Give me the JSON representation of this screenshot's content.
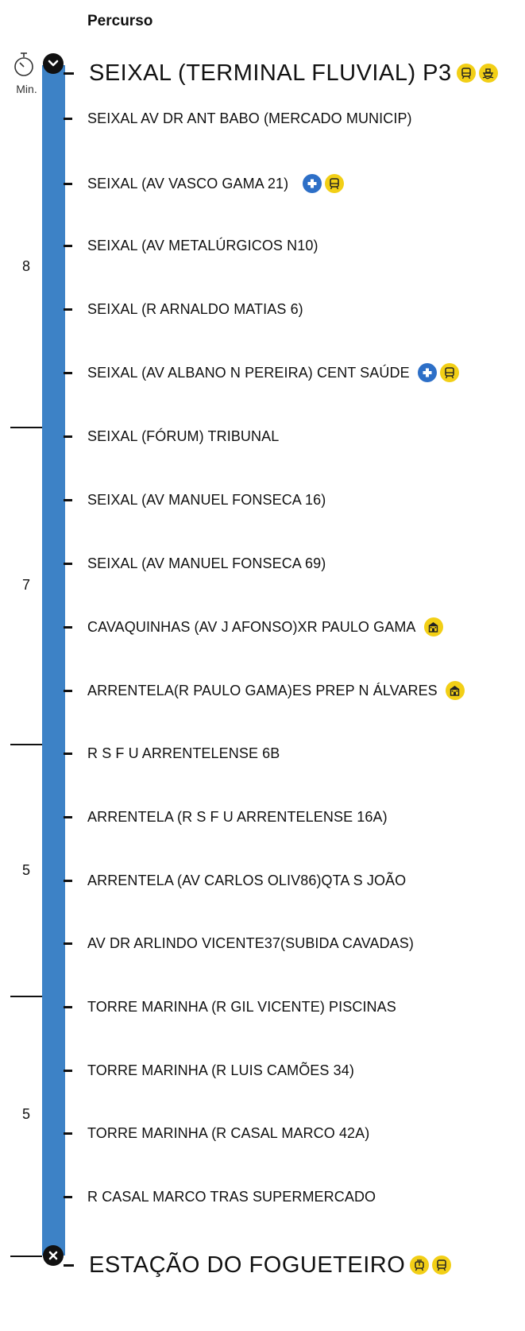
{
  "header": {
    "title": "Percurso"
  },
  "timer": {
    "label": "Min.",
    "icon": "stopwatch-icon"
  },
  "colors": {
    "route": "#3d82c6",
    "service_icon": "#f2cf16",
    "health_icon": "#2d6fc7"
  },
  "segments": [
    {
      "minutes": "8"
    },
    {
      "minutes": "7"
    },
    {
      "minutes": "5"
    },
    {
      "minutes": "5"
    }
  ],
  "stops": [
    {
      "name": "SEIXAL (TERMINAL FLUVIAL) P3",
      "icons": [
        "train-icon",
        "ferry-icon"
      ]
    },
    {
      "name": "SEIXAL AV DR ANT BABO (MERCADO MUNICIP)",
      "icons": []
    },
    {
      "name": "SEIXAL (AV VASCO GAMA 21)",
      "icons": [
        "health-icon",
        "train-icon"
      ]
    },
    {
      "name": "SEIXAL (AV METALÚRGICOS N10)",
      "icons": []
    },
    {
      "name": "SEIXAL (R ARNALDO MATIAS 6)",
      "icons": []
    },
    {
      "name": "SEIXAL (AV ALBANO N PEREIRA) CENT SAÚDE",
      "icons": [
        "health-icon",
        "train-icon"
      ]
    },
    {
      "name": "SEIXAL (FÓRUM) TRIBUNAL",
      "icons": []
    },
    {
      "name": "SEIXAL (AV MANUEL FONSECA 16)",
      "icons": []
    },
    {
      "name": "SEIXAL (AV MANUEL FONSECA 69)",
      "icons": []
    },
    {
      "name": "CAVAQUINHAS (AV J AFONSO)XR PAULO GAMA",
      "icons": [
        "school-icon"
      ]
    },
    {
      "name": "ARRENTELA(R PAULO GAMA)ES PREP N ÁLVARES",
      "icons": [
        "school-icon"
      ]
    },
    {
      "name": "R S F U ARRENTELENSE 6B",
      "icons": []
    },
    {
      "name": "ARRENTELA (R S F U ARRENTELENSE 16A)",
      "icons": []
    },
    {
      "name": "ARRENTELA (AV CARLOS OLIV86)QTA S JOÃO",
      "icons": []
    },
    {
      "name": "AV DR ARLINDO VICENTE37(SUBIDA CAVADAS)",
      "icons": []
    },
    {
      "name": "TORRE MARINHA (R GIL VICENTE) PISCINAS",
      "icons": []
    },
    {
      "name": "TORRE MARINHA (R LUIS CAMÕES 34)",
      "icons": []
    },
    {
      "name": "TORRE MARINHA (R CASAL MARCO 42A)",
      "icons": []
    },
    {
      "name": "R CASAL MARCO TRAS SUPERMERCADO",
      "icons": []
    },
    {
      "name": "ESTAÇÃO DO FOGUETEIRO",
      "icons": [
        "tram-icon",
        "train-icon"
      ]
    }
  ]
}
